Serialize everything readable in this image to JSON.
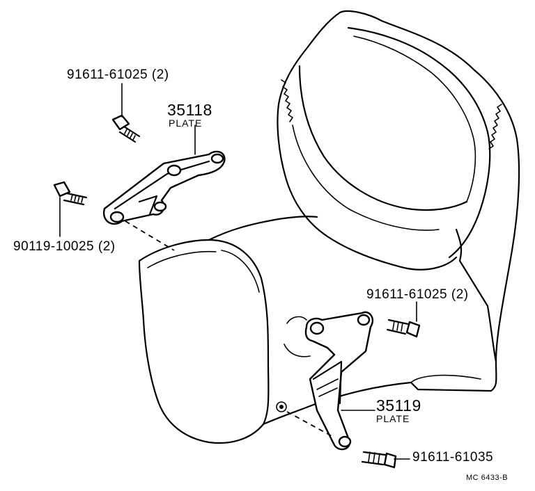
{
  "callouts": {
    "bolt_top": "91611-61025 (2)",
    "plate_top_number": "35118",
    "plate_top_name": "PLATE",
    "bolt_left": "90119-10025 (2)",
    "bolt_mid_right": "91611-61025 (2)",
    "plate_bottom_number": "35119",
    "plate_bottom_name": "PLATE",
    "bolt_bottom": "91611-61035"
  },
  "figure_code": "MC 6433-B"
}
